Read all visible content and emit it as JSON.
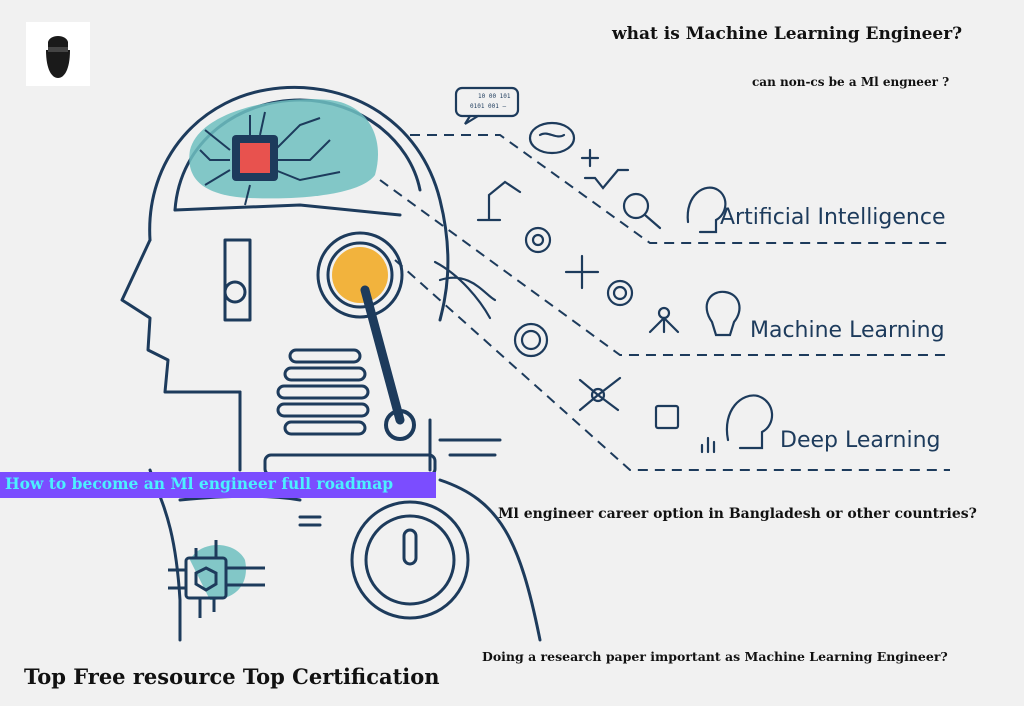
{
  "logo": {
    "name": "bearded-man-logo"
  },
  "headlines": {
    "what_is": "what is Machine Learning Engineer?",
    "non_cs": "can non-cs be a Ml engneer ?",
    "career": "Ml engineer career option in Bangladesh or other countries?",
    "research": "Doing a research paper important as Machine Learning Engineer?",
    "resources": "Top Free resource Top Certification"
  },
  "banner": {
    "roadmap": "How to become an Ml engineer full roadmap",
    "band_color": "#7b4dff",
    "text_color": "#4cf0ff"
  },
  "topics": {
    "ai": "Artificial Intelligence",
    "ml": "Machine Learning",
    "dl": "Deep Learning"
  },
  "binary": {
    "line1": "10 00 101",
    "line2": "0101 001 —"
  },
  "colors": {
    "ink": "#1d3b5c",
    "brain": "#6ec0c0",
    "chip": "#e8524e",
    "eye": "#f2b33d",
    "background": "#f1f1f1"
  },
  "icons": [
    "brain-icon",
    "robot-arm-icon",
    "gear-icon",
    "dna-icon",
    "fingerprint-icon",
    "network-icon",
    "magnifier-binary-icon",
    "head-gear-icon",
    "lightbulb-gear-icon",
    "tree-network-icon",
    "processor-chip-icon",
    "head-brain-icon",
    "bar-chart-icon",
    "plus-icon",
    "target-icon",
    "math-symbols-icon",
    "speech-bubble-icon"
  ]
}
